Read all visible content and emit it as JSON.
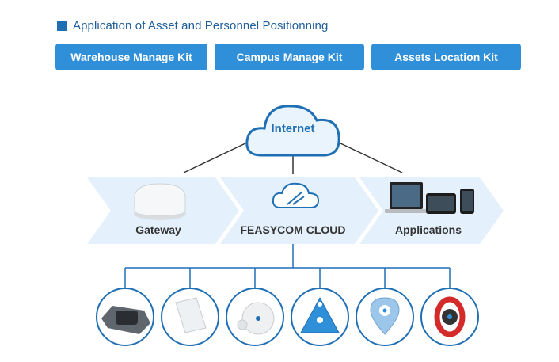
{
  "header": {
    "title": "Application of  Asset and Personnel Positionning"
  },
  "kits": [
    {
      "label": "Warehouse Manage  Kit"
    },
    {
      "label": "Campus Manage Kit"
    },
    {
      "label": "Assets Location Kit"
    }
  ],
  "nodes": {
    "internet": "Internet",
    "gateway": "Gateway",
    "cloud": "FEASYCOM CLOUD",
    "applications": "Applications"
  },
  "colors": {
    "accent": "#2f8fd8",
    "title": "#1f5e9c",
    "band": "#e3f0fb",
    "line": "#1f6fb5"
  }
}
